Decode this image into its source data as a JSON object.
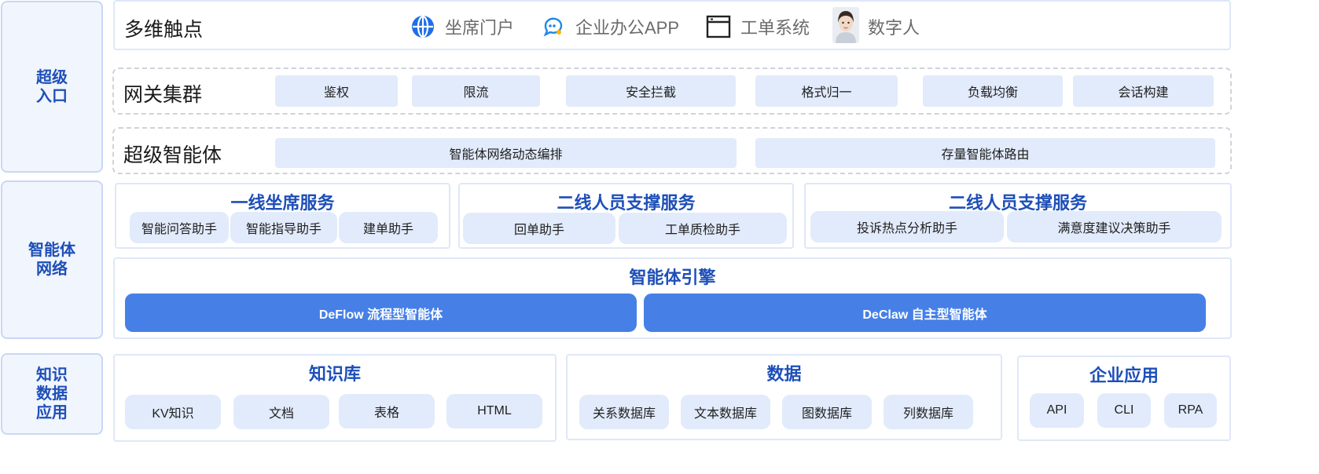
{
  "sidebar": {
    "super_entry": [
      "超级",
      "入口"
    ],
    "agent_network": [
      "智能体",
      "网络"
    ],
    "knowledge_data_app": [
      "知识",
      "数据",
      "应用"
    ]
  },
  "touchpoints": {
    "title": "多维触点",
    "items": [
      {
        "label": "坐席门户",
        "icon": "globe-icon"
      },
      {
        "label": "企业办公APP",
        "icon": "chat-bubble-icon"
      },
      {
        "label": "工单系统",
        "icon": "browser-window-icon"
      },
      {
        "label": "数字人",
        "icon": "digital-human-avatar"
      }
    ]
  },
  "gateway": {
    "title": "网关集群",
    "items": [
      "鉴权",
      "限流",
      "安全拦截",
      "格式归一",
      "负载均衡",
      "会话构建"
    ]
  },
  "super_agent": {
    "title": "超级智能体",
    "items": [
      "智能体网络动态编排",
      "存量智能体路由"
    ]
  },
  "services": [
    {
      "title": "一线坐席服务",
      "items": [
        "智能问答助手",
        "智能指导助手",
        "建单助手"
      ]
    },
    {
      "title": "二线人员支撑服务",
      "items": [
        "回单助手",
        "工单质检助手"
      ]
    },
    {
      "title": "二线人员支撑服务",
      "items": [
        "投诉热点分析助手",
        "满意度建议决策助手"
      ]
    }
  ],
  "engine": {
    "title": "智能体引擎",
    "items": [
      "DeFlow 流程型智能体",
      "DeClaw 自主型智能体"
    ]
  },
  "knowledge": {
    "title": "知识库",
    "items": [
      "KV知识",
      "文档",
      "表格",
      "HTML"
    ]
  },
  "data_section": {
    "title": "数据",
    "items": [
      "关系数据库",
      "文本数据库",
      "图数据库",
      "列数据库"
    ]
  },
  "enterprise_apps": {
    "title": "企业应用",
    "items": [
      "API",
      "CLI",
      "RPA"
    ]
  },
  "colors": {
    "accent": "#1d4fb8",
    "chip_bg": "#e2ebfb",
    "button_blue": "#4680e6",
    "side_bg": "#f1f5fd"
  }
}
